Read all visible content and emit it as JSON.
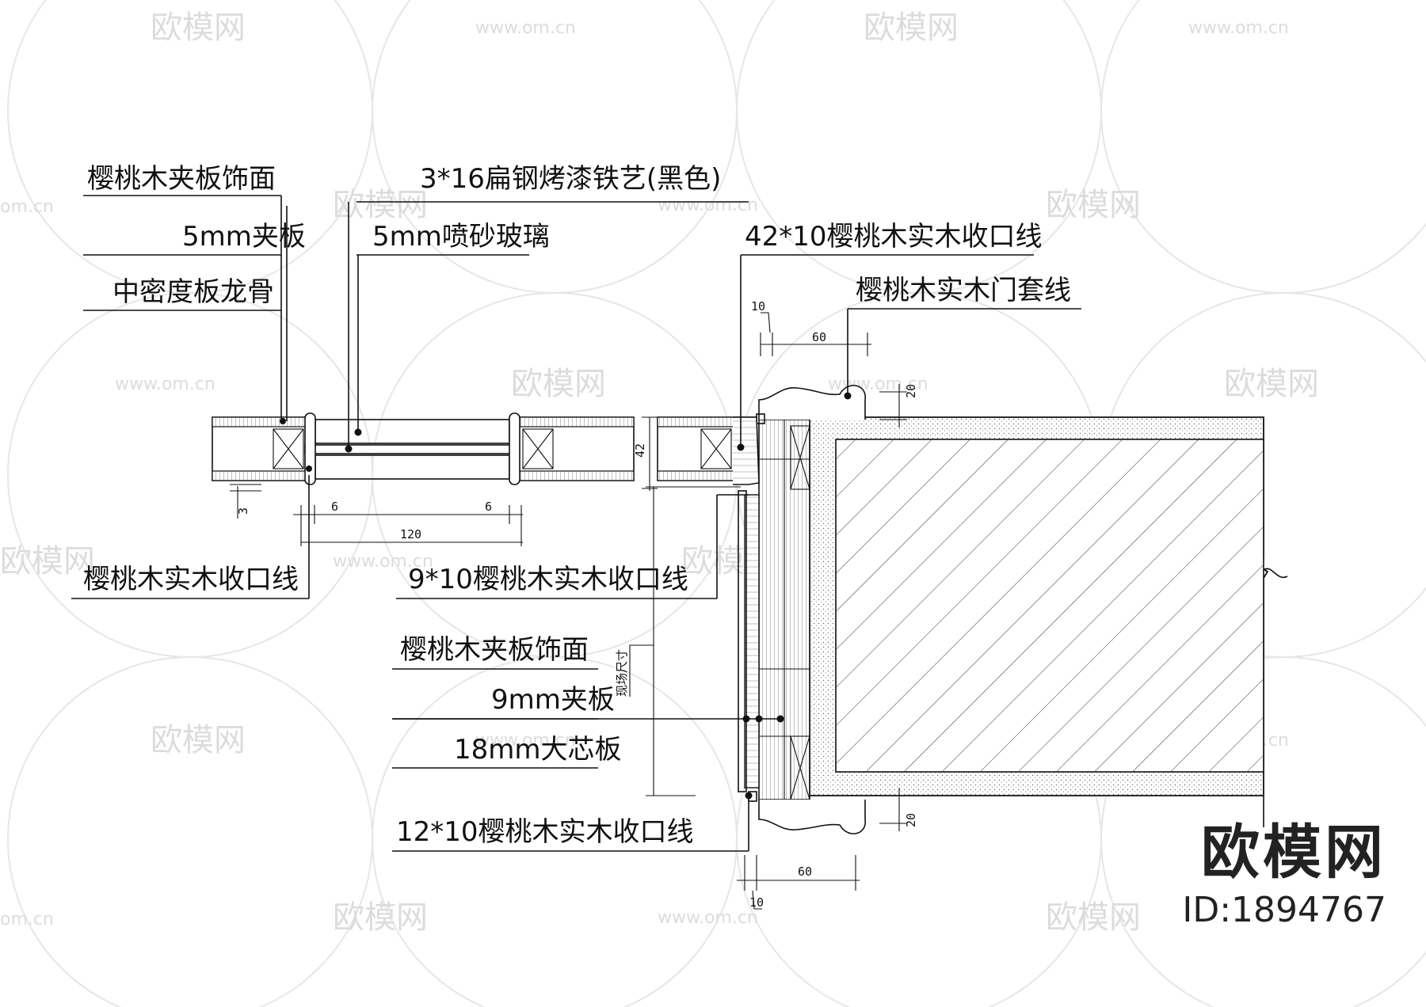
{
  "annotations": {
    "a1": "樱桃木夹板饰面",
    "a2": "5mm夹板",
    "a3": "中密度板龙骨",
    "a4": "3*16扁钢烤漆铁艺(黑色)",
    "a5": "5mm喷砂玻璃",
    "a6": "42*10樱桃木实木收口线",
    "a7": "樱桃木实木门套线",
    "a8": "樱桃木实木收口线",
    "a9": "9*10樱桃木实木收口线",
    "a10": "樱桃木夹板饰面",
    "a11": "9mm夹板",
    "a12": "18mm大芯板",
    "a13": "12*10樱桃木实木收口线"
  },
  "dimensions": {
    "d10_top": "10",
    "d60_top": "60",
    "d20_top": "20",
    "d42": "42",
    "d3": "3",
    "d6_left": "6",
    "d6_right": "6",
    "d120": "120",
    "site_size": "现场尺寸",
    "d20_bottom": "20",
    "d60_bottom": "60",
    "d10_bottom": "10"
  },
  "watermarks": {
    "brand": "欧模网",
    "url": "www.om.cn",
    "url_short": "om.cn"
  },
  "brand": {
    "name": "欧模网",
    "id": "ID:1894767"
  }
}
